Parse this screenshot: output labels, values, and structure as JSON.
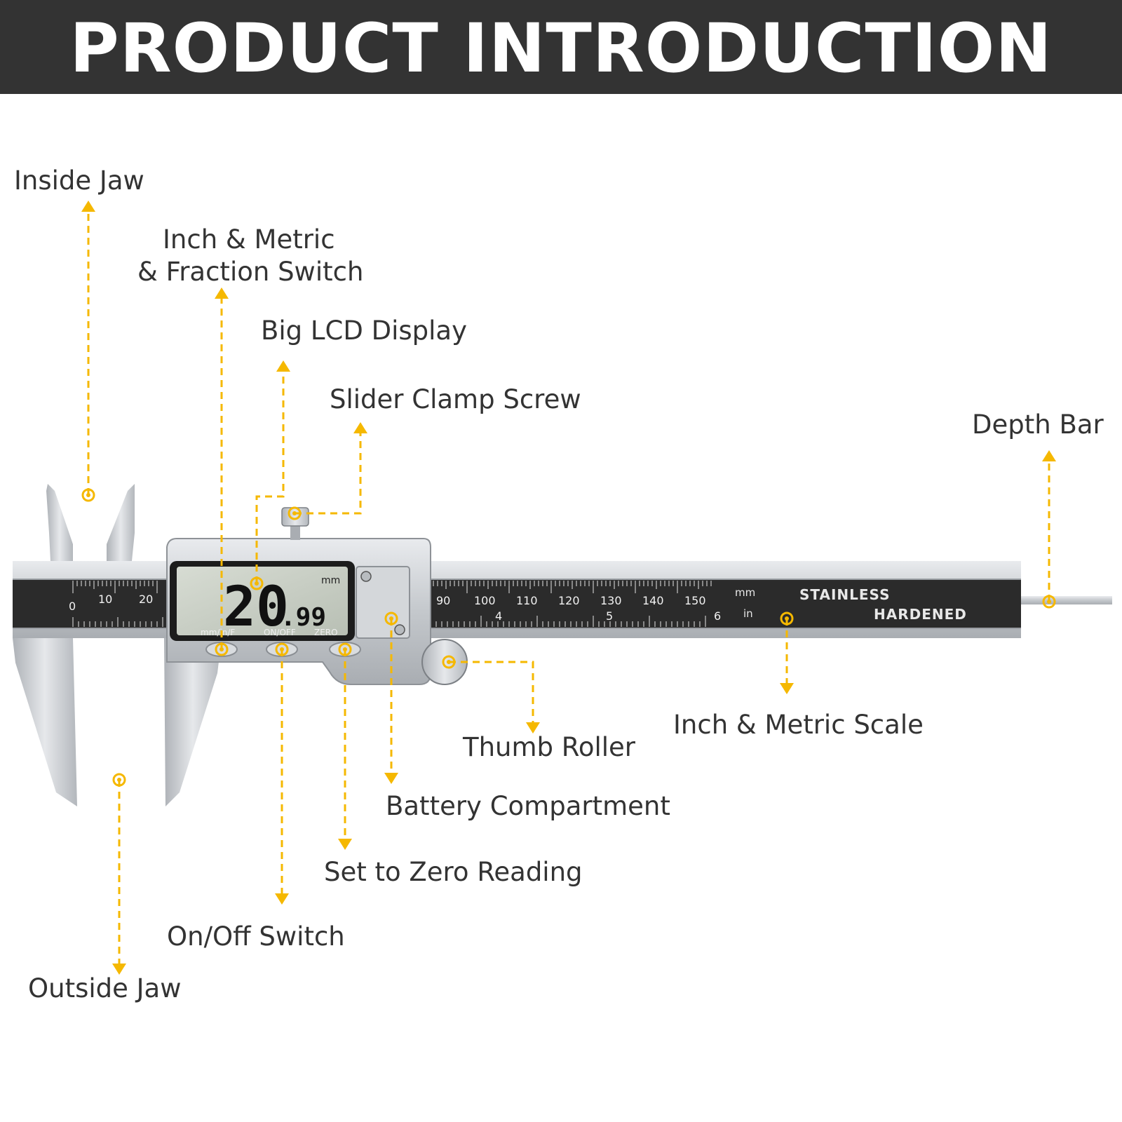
{
  "header": {
    "title": "PRODUCT INTRODUCTION"
  },
  "colors": {
    "accent": "#F5B800",
    "header_bg": "#333333",
    "steel": "#c9ccd0",
    "scale_bar": "#2b2b2b",
    "lcd": "#c8cec4"
  },
  "callouts": {
    "inside_jaw": "Inside Jaw",
    "inch_metric_fraction_line1": "Inch & Metric",
    "inch_metric_fraction_line2": "& Fraction Switch",
    "big_lcd": "Big LCD Display",
    "slider_clamp": "Slider Clamp Screw",
    "depth_bar": "Depth Bar",
    "thumb_roller": "Thumb Roller",
    "inch_metric_scale": "Inch & Metric Scale",
    "battery": "Battery Compartment",
    "set_zero": "Set to Zero Reading",
    "on_off": "On/Off Switch",
    "outside_jaw": "Outside Jaw"
  },
  "caliper": {
    "lcd_reading_main": "20",
    "lcd_reading_decimals": ".99",
    "lcd_unit": "mm",
    "button_labels": [
      "mm/in/F",
      "ON/OFF",
      "ZERO"
    ],
    "bar_text_line1": "STAINLESS",
    "bar_text_line2": "HARDENED",
    "unit_mm": "mm",
    "unit_in": "in",
    "scale_left_numbers": [
      "0",
      "10",
      "20"
    ],
    "scale_right_numbers": [
      "90",
      "100",
      "110",
      "120",
      "130",
      "140",
      "150"
    ],
    "inch_numbers": [
      "4",
      "5",
      "6"
    ]
  }
}
